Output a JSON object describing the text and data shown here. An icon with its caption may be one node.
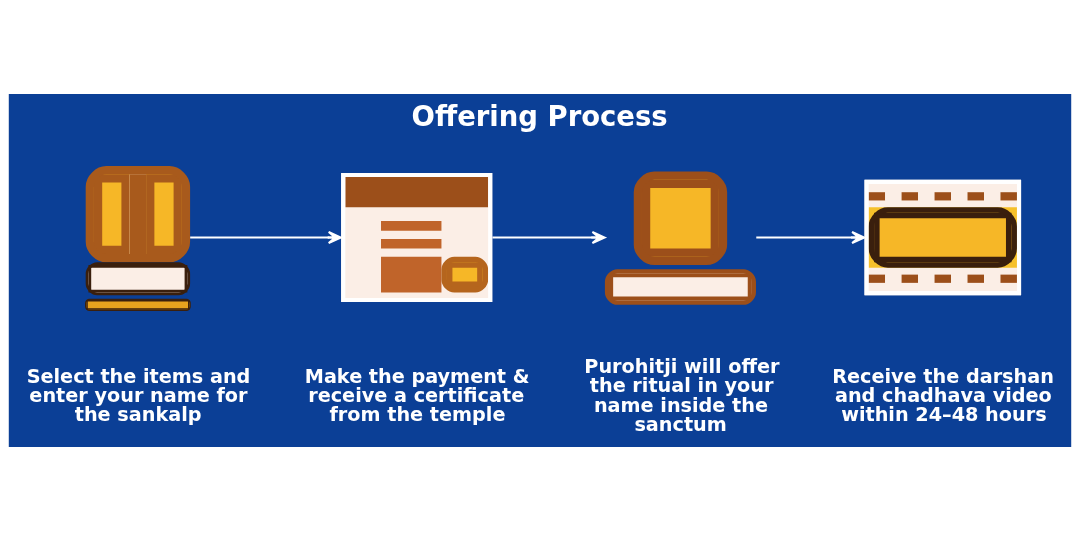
{
  "diagram": {
    "title": "Offering Process",
    "nodes": [
      {
        "text": [],
        "shape": "picture",
        "beside": [
          "Select the items and enter your name for the sankalp"
        ]
      },
      {
        "text": [],
        "shape": "picture",
        "beside": [
          "Make the payment & receive a certificate from the temple"
        ]
      },
      {
        "text": [],
        "shape": "picture",
        "beside": [
          "Purohitji will offer the ritual in your name inside the sanctum"
        ]
      },
      {
        "text": [],
        "shape": "picture",
        "beside": [
          "Receive the darshan and chadhava video within 24–48 hours"
        ]
      }
    ],
    "edges": [
      {
        "from": 0,
        "to": 1,
        "arrow": "to"
      },
      {
        "from": 1,
        "to": 2,
        "arrow": "to"
      },
      {
        "from": 2,
        "to": 3,
        "arrow": "to"
      }
    ]
  }
}
